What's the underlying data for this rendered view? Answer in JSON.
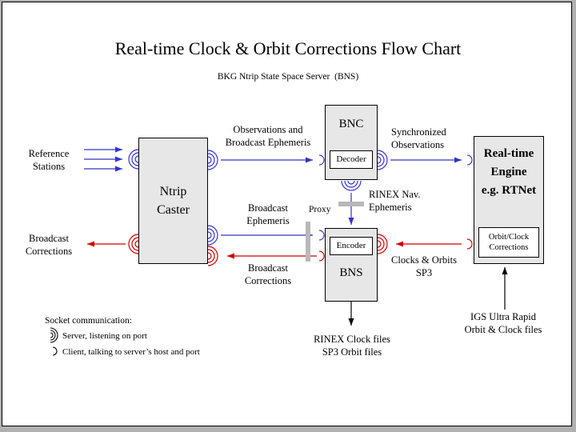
{
  "title": "Real-time Clock & Orbit Corrections Flow Chart",
  "subtitle": "BKG Ntrip State Space Server  (BNS)",
  "colors": {
    "arrow_blue": "#3333cc",
    "arrow_red": "#cc0000",
    "node_fill": "#e7e7e7",
    "proxy_bar": "#b8b8b8"
  },
  "nodes": {
    "ntrip_caster": {
      "line1": "Ntrip",
      "line2": "Caster"
    },
    "bnc": {
      "title": "BNC",
      "sub": "Decoder"
    },
    "bns": {
      "title": "BNS",
      "sub": "Encoder"
    },
    "engine": {
      "line1": "Real-time",
      "line2": "Engine",
      "line3": "e.g. RTNet",
      "sub1": "Orbit/Clock",
      "sub2": "Corrections"
    }
  },
  "labels": {
    "reference_stations": {
      "line1": "Reference",
      "line2": "Stations"
    },
    "broadcast_corrections_left": {
      "line1": "Broadcast",
      "line2": "Corrections"
    },
    "observations": {
      "line1": "Observations and",
      "line2": "Broadcast Ephemeris"
    },
    "synchronized": {
      "line1": "Synchronized",
      "line2": "Observations"
    },
    "rinex_nav": {
      "line1": "RINEX Nav.",
      "line2": "Ephemeris"
    },
    "proxy": "Proxy",
    "broadcast_ephemeris": {
      "line1": "Broadcast",
      "line2": "Ephemeris"
    },
    "broadcast_corrections_mid": {
      "line1": "Broadcast",
      "line2": "Corrections"
    },
    "clocks_orbits": {
      "line1": "Clocks & Orbits",
      "line2": "SP3"
    },
    "rinex_files": {
      "line1": "RINEX Clock files",
      "line2": "SP3 Orbit files"
    },
    "igs": {
      "line1": "IGS Ultra Rapid",
      "line2": "Orbit & Clock files"
    }
  },
  "legend": {
    "heading": "Socket communication:",
    "server": "Server, listening on port",
    "client": "Client, talking to server’s host and port"
  }
}
